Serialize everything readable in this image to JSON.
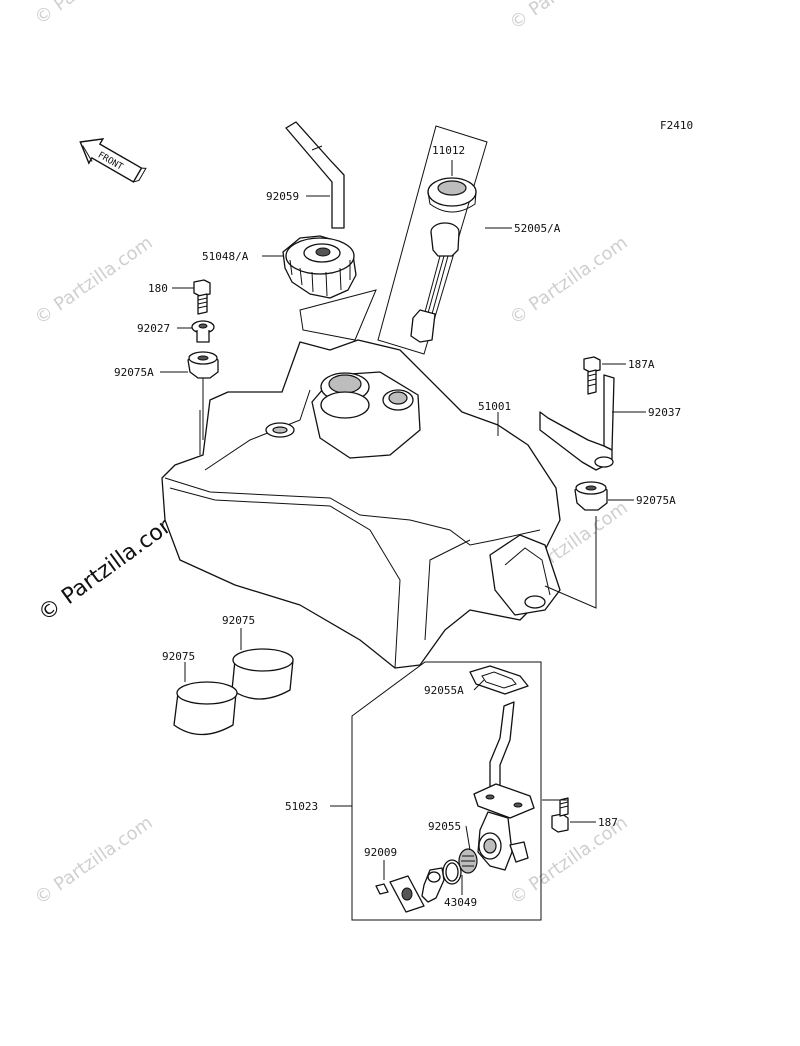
{
  "diagram_code": "F2410",
  "front_label": "FRONT",
  "watermark_small": "© Partzilla.com",
  "watermark_big": "© Partzilla.com",
  "parts": {
    "p11012": "11012",
    "p92059": "92059",
    "p52005A": "52005/A",
    "p51048A": "51048/A",
    "p180": "180",
    "p92027": "92027",
    "p92075A_left": "92075A",
    "p187A": "187A",
    "p51001": "51001",
    "p92037": "92037",
    "p92075A_right": "92075A",
    "p92075_a": "92075",
    "p92075_b": "92075",
    "p92055A": "92055A",
    "p51023": "51023",
    "p187": "187",
    "p92055": "92055",
    "p92009": "92009",
    "p43049": "43049"
  }
}
